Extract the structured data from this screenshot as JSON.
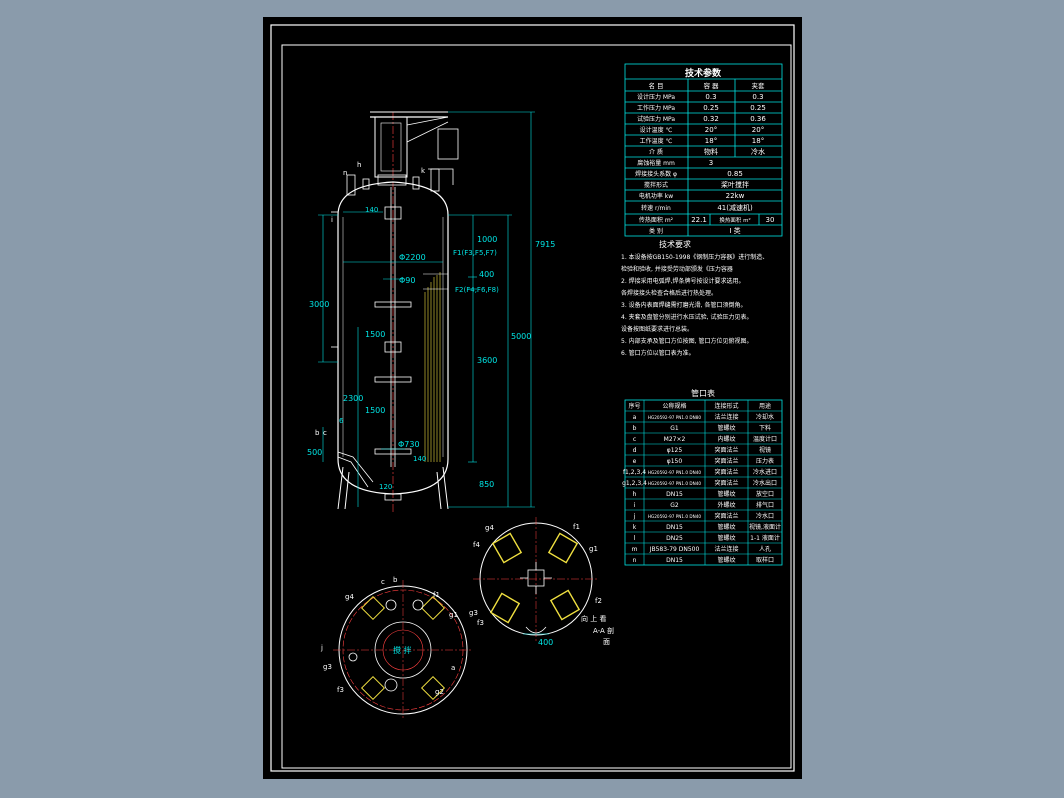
{
  "colors": {
    "background": "#8a9bab",
    "sheet": "#000000",
    "frame": "#ffffff",
    "table_lines": "#00e5e5",
    "dimension": "#00e5e5",
    "centerline": "#ff4040",
    "vessel": "#ffffff",
    "coil": "#f0e040"
  },
  "tech_table": {
    "title": "技术参数",
    "header": [
      "名  目",
      "容  器",
      "夹套"
    ],
    "rows": [
      [
        "设计压力  MPa",
        "0.3",
        "0.3"
      ],
      [
        "工作压力  MPa",
        "0.25",
        "0.25"
      ],
      [
        "试验压力 MPa",
        "0.32",
        "0.36"
      ],
      [
        "设计温度  ℃",
        "20°",
        "20°"
      ],
      [
        "工作温度 ℃",
        "18°",
        "18°"
      ],
      [
        "介  质",
        "物料",
        "冷水"
      ],
      [
        "腐蚀裕量  mm",
        "3",
        ""
      ],
      [
        "焊接接头系数 φ",
        "0.85",
        ""
      ],
      [
        "搅拌形式",
        "桨叶搅拌",
        ""
      ],
      [
        "电机功率 kw",
        "22kw",
        ""
      ],
      [
        "转速 r/min",
        "41(减速机)",
        ""
      ],
      [
        "传热面积 m²",
        "22.1",
        "30"
      ],
      [
        "类  别",
        "I 类",
        ""
      ]
    ],
    "row12_mid": "换热面积 m²"
  },
  "notes": {
    "title": "技术要求",
    "items": [
      "1. 本设备按GB150-1998《钢制压力容器》进行制造、",
      "   检验和验收, 并接受劳动部颁发《压力容器",
      "2. 焊接采用电弧焊,焊条牌号按设计要求选用。",
      "   各焊接接头检查合格后进行热处理。",
      "3. 设备内表面焊缝需打磨光滑, 各管口须倒角。",
      "4. 夹套及盘管分别进行水压试验, 试验压力见表。",
      "   设备按图纸要求进行总装。",
      "5. 内部支承及管口方位按图, 管口方位见俯视图。",
      "6. 管口方位以管口表为准。"
    ]
  },
  "nozzle_table": {
    "title": "管口表",
    "header": [
      "序号",
      "公称规格",
      "连接形式",
      "用途"
    ],
    "rows": [
      [
        "a",
        "HG20592-97 PN1.0 DN80",
        "法兰连接",
        "冷却水"
      ],
      [
        "b",
        "G1",
        "管螺纹",
        "下料"
      ],
      [
        "c",
        "M27×2",
        "内螺纹",
        "温度计口"
      ],
      [
        "d",
        "φ125",
        "突面法兰",
        "视镜"
      ],
      [
        "e",
        "φ150",
        "突面法兰",
        "压力表"
      ],
      [
        "f1,2,3,4",
        "HG20592-97 PN1.0 DN40",
        "突面法兰",
        "冷水进口"
      ],
      [
        "g1,2,3,4",
        "HG20592-97 PN1.0 DN40",
        "突面法兰",
        "冷水出口"
      ],
      [
        "h",
        "DN15",
        "管螺纹",
        "放空口"
      ],
      [
        "i",
        "G2",
        "外螺纹",
        "排气口"
      ],
      [
        "j",
        "HG20592-97 PN1.0 DN40",
        "突面法兰",
        "冷水口"
      ],
      [
        "k",
        "DN15",
        "管螺纹",
        "视镜,液面计"
      ],
      [
        "l",
        "DN25",
        "管螺纹",
        "1-1 液面计"
      ],
      [
        "m",
        "JB583-79 DN500",
        "法兰连接",
        "人孔"
      ],
      [
        "n",
        "DN15",
        "管螺纹",
        "取样口"
      ]
    ]
  },
  "drawing": {
    "dims": {
      "total_height": "7915",
      "d1000": "1000",
      "d400": "400",
      "d5000": "5000",
      "d3600": "3600",
      "d3000": "3000",
      "d2300": "2300",
      "d1500a": "1500",
      "d1500b": "1500",
      "d500": "500",
      "d850": "850",
      "d140a": "140",
      "d140b": "140",
      "d120": "120",
      "phi2200": "Φ2200",
      "phi90": "Φ90",
      "phi730": "Φ730",
      "d400_bottom": "400",
      "d6": "6"
    },
    "labels": {
      "f_upper": "F1(F3,F5,F7)",
      "f_lower": "F2(F4,F6,F8)",
      "h": "h",
      "n": "n",
      "k": "k",
      "i": "i",
      "b": "b",
      "c": "c",
      "plan_stir": "搅 拌",
      "plan_c": "c",
      "plan_b": "b",
      "plan_g4": "g4",
      "plan_f1": "f1",
      "plan_g1": "g1",
      "plan_g3": "g3",
      "plan_f3": "f3",
      "plan_j": "j",
      "plan_g2": "g2",
      "plan_a": "a",
      "section_g4": "g4",
      "section_f4": "f4",
      "section_f1": "f1",
      "section_g1": "g1",
      "section_g3": "g3",
      "section_f3": "f3",
      "section_f2": "f2",
      "section_note1": "向 上 看",
      "section_note2": "A-A 剖",
      "section_note3": "面"
    }
  }
}
